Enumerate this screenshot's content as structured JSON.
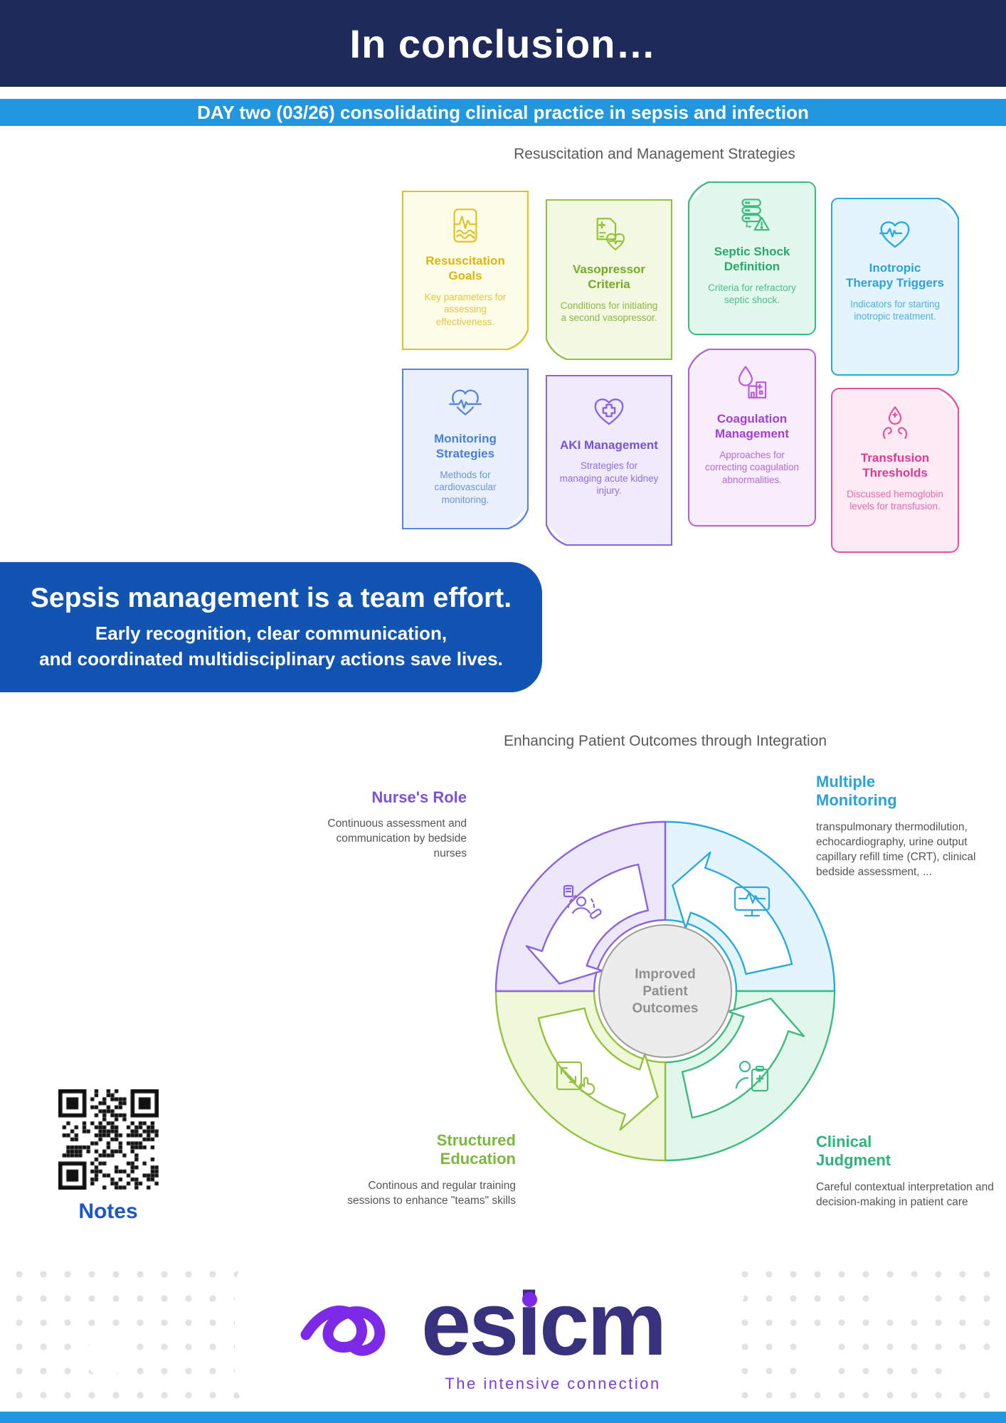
{
  "banner": {
    "title": "In conclusion…"
  },
  "day_banner": {
    "text": "DAY two (03/26) consolidating clinical practice in sepsis and infection"
  },
  "strategies": {
    "title": "Resuscitation and Management Strategies",
    "cards": [
      {
        "title": "Resuscitation Goals",
        "desc": "Key parameters for assessing effectiveness.",
        "icon": "monitor-waveform",
        "border": "#e0c320"
      },
      {
        "title": "Vasopressor Criteria",
        "desc": "Conditions for initiating a second vasopressor.",
        "icon": "document-heart",
        "border": "#94c23d"
      },
      {
        "title": "Septic Shock Definition",
        "desc": "Criteria for refractory septic shock.",
        "icon": "server-warning",
        "border": "#3cba80"
      },
      {
        "title": "Inotropic Therapy Triggers",
        "desc": "Indicators for starting inotropic treatment.",
        "icon": "heart-pulse",
        "border": "#2aa9de"
      },
      {
        "title": "Monitoring Strategies",
        "desc": "Methods for cardiovascular monitoring.",
        "icon": "heart-ecg",
        "border": "#5585e0"
      },
      {
        "title": "AKI Management",
        "desc": "Strategies for managing acute kidney injury.",
        "icon": "heart-cross",
        "border": "#8a63e0"
      },
      {
        "title": "Coagulation Management",
        "desc": "Approaches for correcting coagulation abnormalities.",
        "icon": "drop-hospital",
        "border": "#bb5ce0"
      },
      {
        "title": "Transfusion Thresholds",
        "desc": "Discussed hemoglobin levels for transfusion.",
        "icon": "hands-drop",
        "border": "#e8519c"
      }
    ]
  },
  "callout": {
    "heading": "Sepsis management is a team effort.",
    "line1": "Early recognition, clear communication,",
    "line2": "and coordinated multidisciplinary actions save lives."
  },
  "integration": {
    "title": "Enhancing Patient Outcomes through Integration",
    "center": "Improved Patient Outcomes",
    "quadrants": [
      {
        "label": "Nurse's Role",
        "desc": "Continuous assessment and communication by bedside nurses",
        "color": "#7a52db"
      },
      {
        "label": "Multiple Monitoring",
        "desc": "transpulmonary thermodilution, echocardiography, urine output capillary refill time (CRT), clinical bedside assessment, ...",
        "color": "#29a3dc"
      },
      {
        "label": "Structured Education",
        "desc": "Continous and regular training sessions to enhance \"teams\" skills",
        "color": "#7cb83e"
      },
      {
        "label": "Clinical Judgment",
        "desc": "Careful contextual interpretation and decision-making in patient care",
        "color": "#2db47c"
      }
    ]
  },
  "qr": {
    "label": "Notes"
  },
  "footer": {
    "brand": "esicm",
    "tagline": "The intensive connection"
  },
  "colors": {
    "navy_banner": "#1e2a5a",
    "day_bar_blue": "#2397dd",
    "callout_blue": "#1254b2",
    "esicm_purple": "#7d2ae8",
    "esicm_wordmark": "#37317e",
    "section_title_gray": "#595959"
  }
}
